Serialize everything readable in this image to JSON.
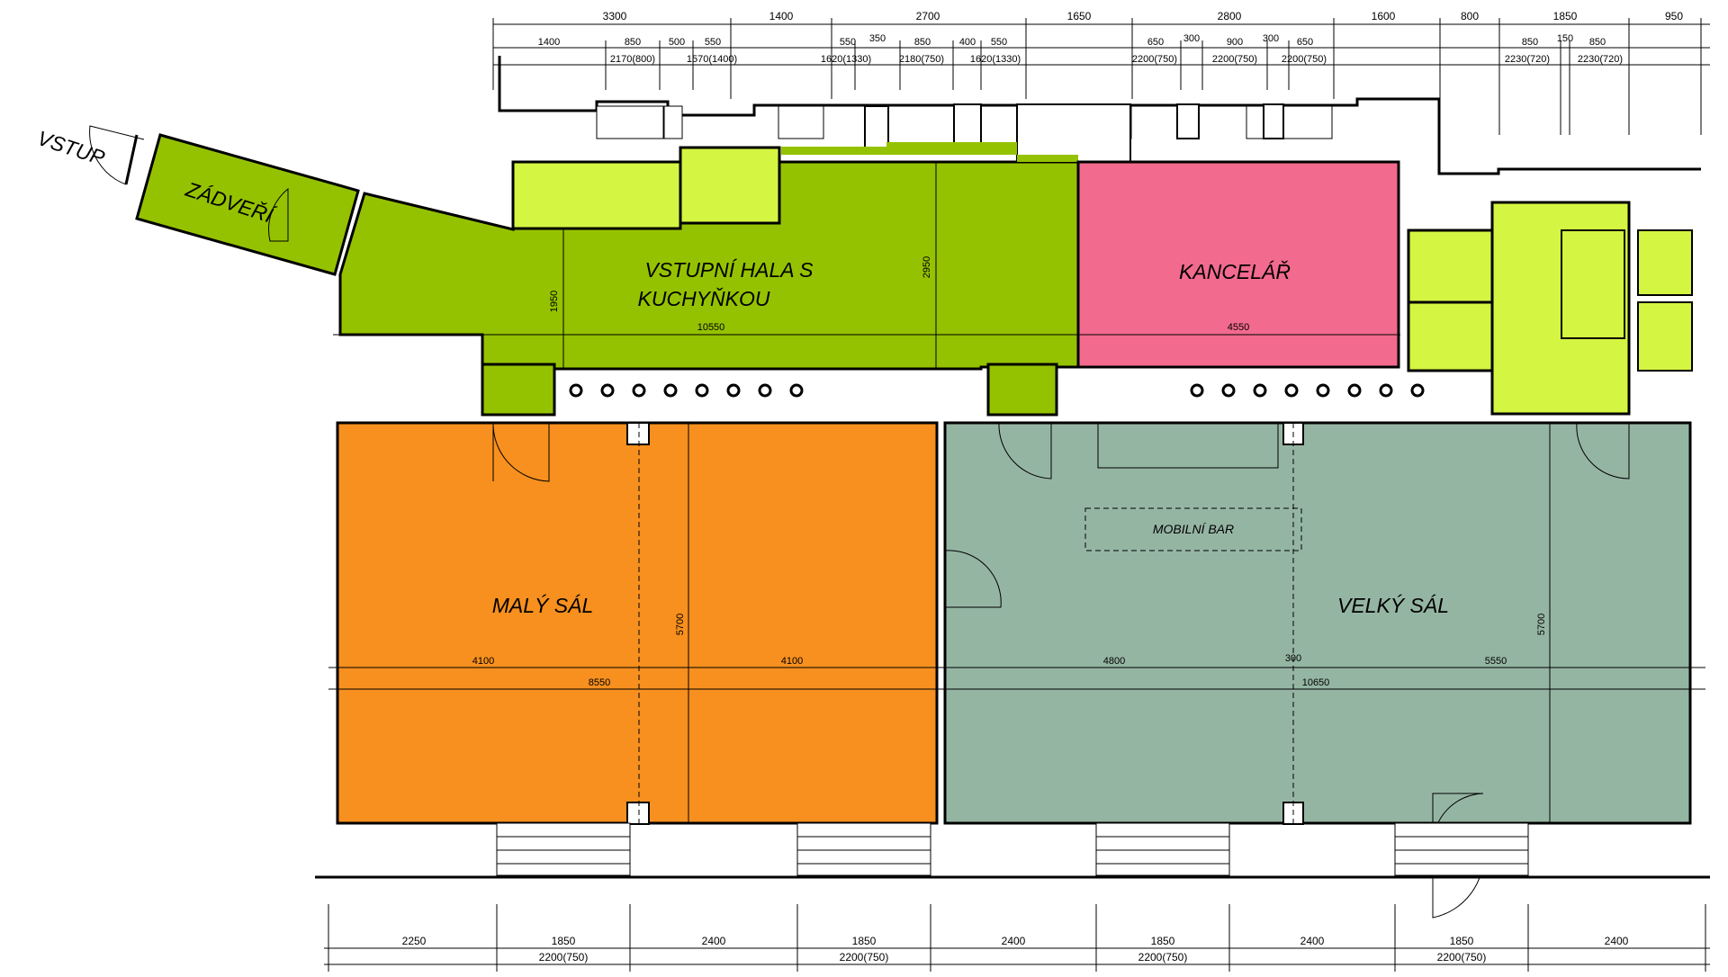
{
  "colors": {
    "hall": "#95c200",
    "sanitary": "#d4f542",
    "office": "#f26a8d",
    "small_hall": "#f7901e",
    "big_hall": "#95b5a3",
    "wall": "#000000"
  },
  "rooms": {
    "entrance": "VSTUP",
    "vestibule": "ZÁDVEŘÍ",
    "hall_line1": "VSTUPNÍ HALA S",
    "hall_line2": "KUCHYŇKOU",
    "office": "KANCELÁŘ",
    "small_hall": "MALÝ SÁL",
    "big_hall": "VELKÝ SÁL",
    "mobile_bar": "MOBILNÍ BAR"
  },
  "dims_top_row1": [
    "3300",
    "1400",
    "2700",
    "1650",
    "2800",
    "1600",
    "800",
    "1850",
    "950"
  ],
  "dims_top_row2": [
    "1400",
    "850",
    "500",
    "550",
    "550",
    "350",
    "850",
    "400",
    "550",
    "650",
    "300",
    "900",
    "300",
    "650",
    "850",
    "150",
    "850"
  ],
  "dims_top_row3": [
    "2170(800)",
    "1570(1400)",
    "1620(1330)",
    "2180(750)",
    "1620(1330)",
    "2200(750)",
    "2200(750)",
    "2200(750)",
    "2230(720)",
    "2230(720)"
  ],
  "dims_inner": {
    "hall_depth": "1950",
    "hall_depth2": "2950",
    "hall_width": "10550",
    "office_width": "4550",
    "small_left": "4100",
    "small_right": "4100",
    "small_total": "8550",
    "small_depth": "5700",
    "big_left": "4800",
    "big_pillar": "300",
    "big_right": "5550",
    "big_total": "10650",
    "big_depth": "5700"
  },
  "dims_bottom_row1": [
    "2250",
    "1850",
    "2400",
    "1850",
    "2400",
    "1850",
    "2400",
    "1850",
    "2400"
  ],
  "dims_bottom_row2": [
    "2200(750)",
    "2200(750)",
    "2200(750)",
    "2200(750)"
  ]
}
